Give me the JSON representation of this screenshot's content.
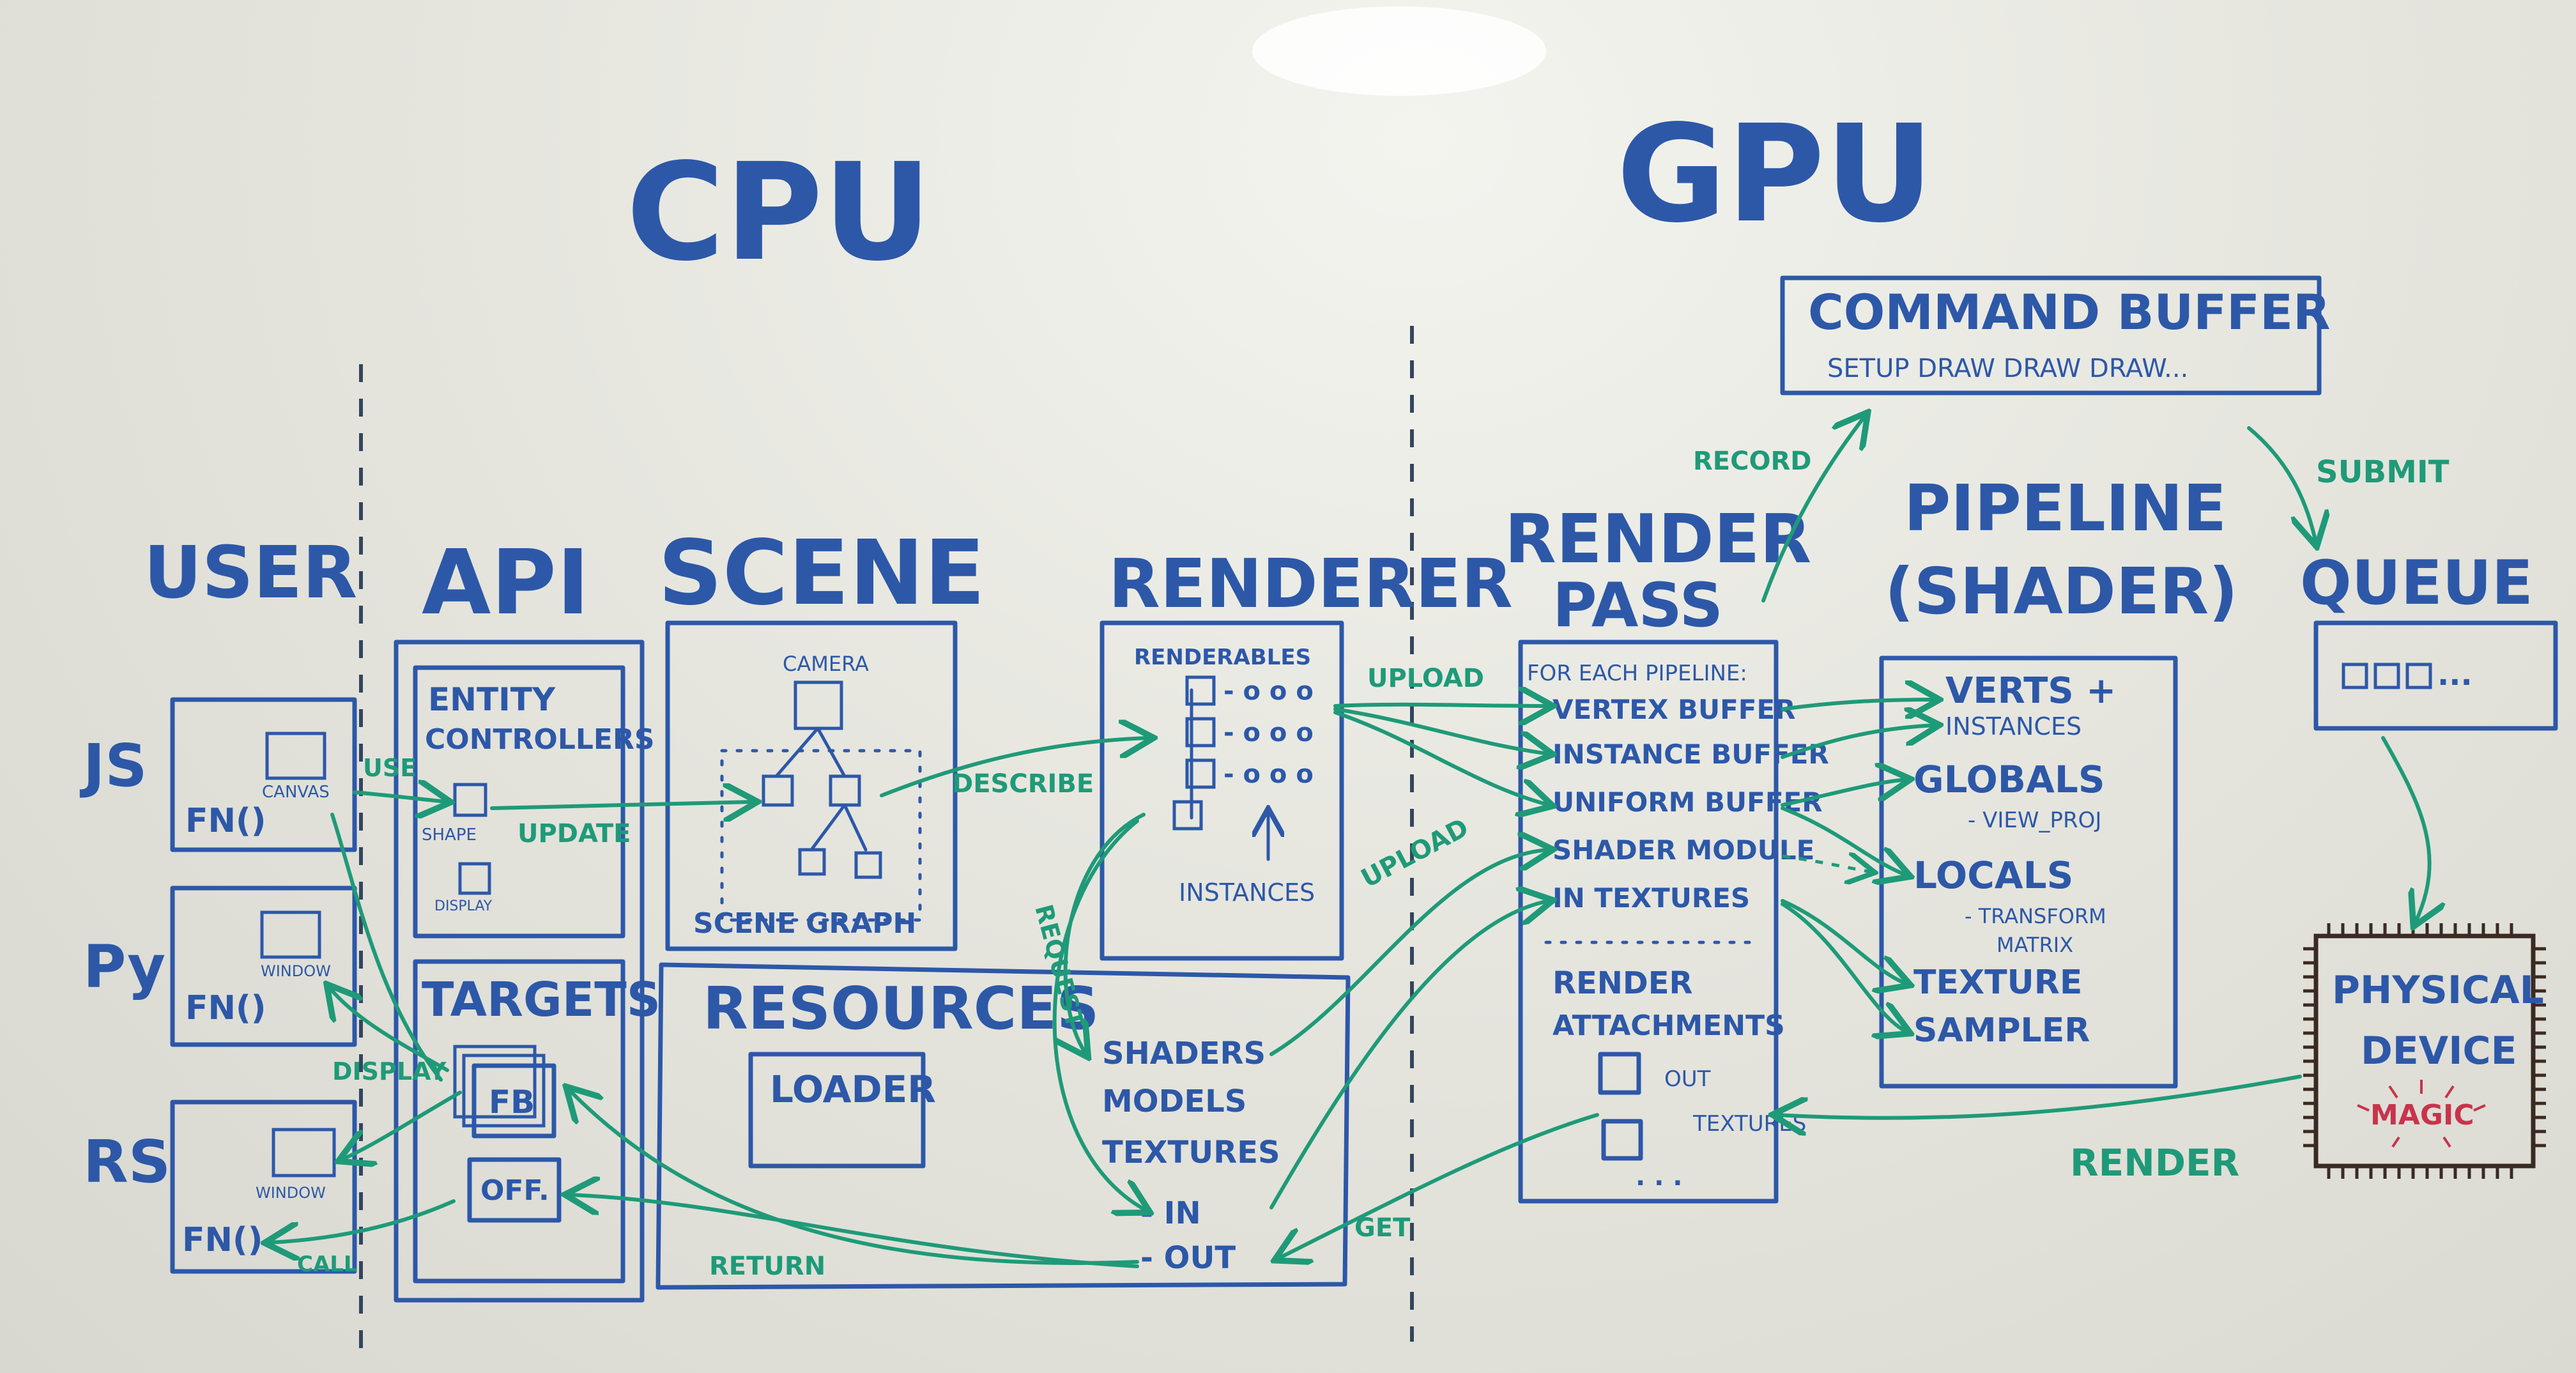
{
  "headings": {
    "cpu": "CPU",
    "gpu": "GPU"
  },
  "columns": {
    "user": "USER",
    "api": "API",
    "scene": "SCENE",
    "renderer": "RENDERER",
    "render_pass_1": "RENDER",
    "render_pass_2": "PASS",
    "pipeline_1": "PIPELINE",
    "pipeline_2": "(SHADER)",
    "queue": "QUEUE"
  },
  "user": {
    "langs": [
      "JS",
      "Py",
      "RS"
    ],
    "fn": "FN()",
    "canvas": "CANVAS",
    "window": "WINDOW"
  },
  "api": {
    "entity_1": "ENTITY",
    "entity_2": "CONTROLLERS",
    "shape": "SHAPE",
    "display": "DISPLAY",
    "targets": "TARGETS",
    "fb": "FB",
    "off": "OFF."
  },
  "scene": {
    "camera": "CAMERA",
    "scene_graph": "SCENE GRAPH"
  },
  "resources": {
    "title": "RESOURCES",
    "loader": "LOADER"
  },
  "renderer": {
    "renderables": "RENDERABLES",
    "instances": "INSTANCES",
    "instance_dots": "- o o o",
    "shaders": "SHADERS",
    "models": "MODELS",
    "textures": "TEXTURES",
    "in": "- IN",
    "out": "- OUT"
  },
  "render_pass": {
    "for_each": "FOR EACH PIPELINE:",
    "items": [
      "VERTEX BUFFER",
      "INSTANCE BUFFER",
      "UNIFORM BUFFER",
      "SHADER MODULE",
      "IN TEXTURES"
    ],
    "attach_1": "RENDER",
    "attach_2": "ATTACHMENTS",
    "out": "OUT",
    "textures": "TEXTURES",
    "ellipsis": ". . ."
  },
  "pipeline": {
    "verts_1": "VERTS +",
    "verts_2": "INSTANCES",
    "globals": "GLOBALS",
    "view_proj": "- VIEW_PROJ",
    "locals": "LOCALS",
    "transform_1": "- TRANSFORM",
    "transform_2": "MATRIX",
    "texture": "TEXTURE",
    "sampler": "SAMPLER"
  },
  "command_buffer": {
    "title": "COMMAND BUFFER",
    "sub": "SETUP DRAW DRAW DRAW..."
  },
  "queue": {
    "dots": "..."
  },
  "device": {
    "line1": "PHYSICAL",
    "line2": "DEVICE",
    "magic": "MAGIC"
  },
  "arrows": {
    "use": "USE",
    "update": "UPDATE",
    "describe": "DESCRIBE",
    "request": "REQUEST",
    "upload_1": "UPLOAD",
    "upload_2": "UPLOAD",
    "record": "RECORD",
    "submit": "SUBMIT",
    "render": "RENDER",
    "get": "GET",
    "return": "RETURN",
    "display": "DISPLAY",
    "call": "CALL"
  }
}
